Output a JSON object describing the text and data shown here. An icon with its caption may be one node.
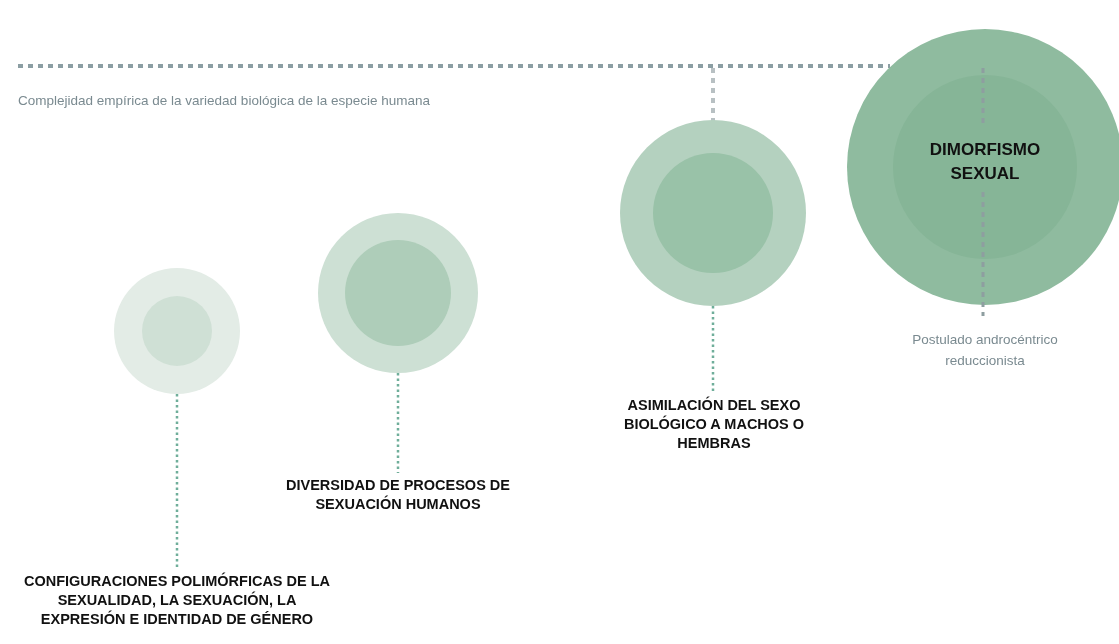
{
  "diagram": {
    "nodes": [
      {
        "text": [],
        "shape": "circle"
      },
      {
        "text": [
          "CONFIGURACIONES POLIMÓRFICAS DE LA SEXUALIDAD, LA SEXUACIÓN, LA EXPRESIÓN E IDENTIDAD DE GÉNERO"
        ]
      },
      {
        "text": [],
        "shape": "circle"
      },
      {
        "text": [
          "DIVERSIDAD DE PROCESOS DE SEXUACIÓN HUMANOS"
        ]
      },
      {
        "text": [],
        "shape": "circle"
      },
      {
        "text": [
          "ASIMILACIÓN DEL SEXO BIOLÓGICO A MACHOS O HEMBRAS"
        ]
      },
      {
        "text": [
          "DIMORFISMO SEXUAL"
        ],
        "beside": [
          "Postulado androcéntrico reduccionista"
        ]
      }
    ],
    "edges": [
      {
        "from": 0,
        "to": 1,
        "arrow": "none",
        "style": "dashed"
      },
      {
        "from": 2,
        "to": 3,
        "arrow": "none",
        "style": "dashed"
      },
      {
        "from": 4,
        "to": 5,
        "arrow": "none",
        "style": "dashed"
      }
    ],
    "labels": [
      "Complejidad empírica de la variedad biológica de la especie humana"
    ]
  }
}
